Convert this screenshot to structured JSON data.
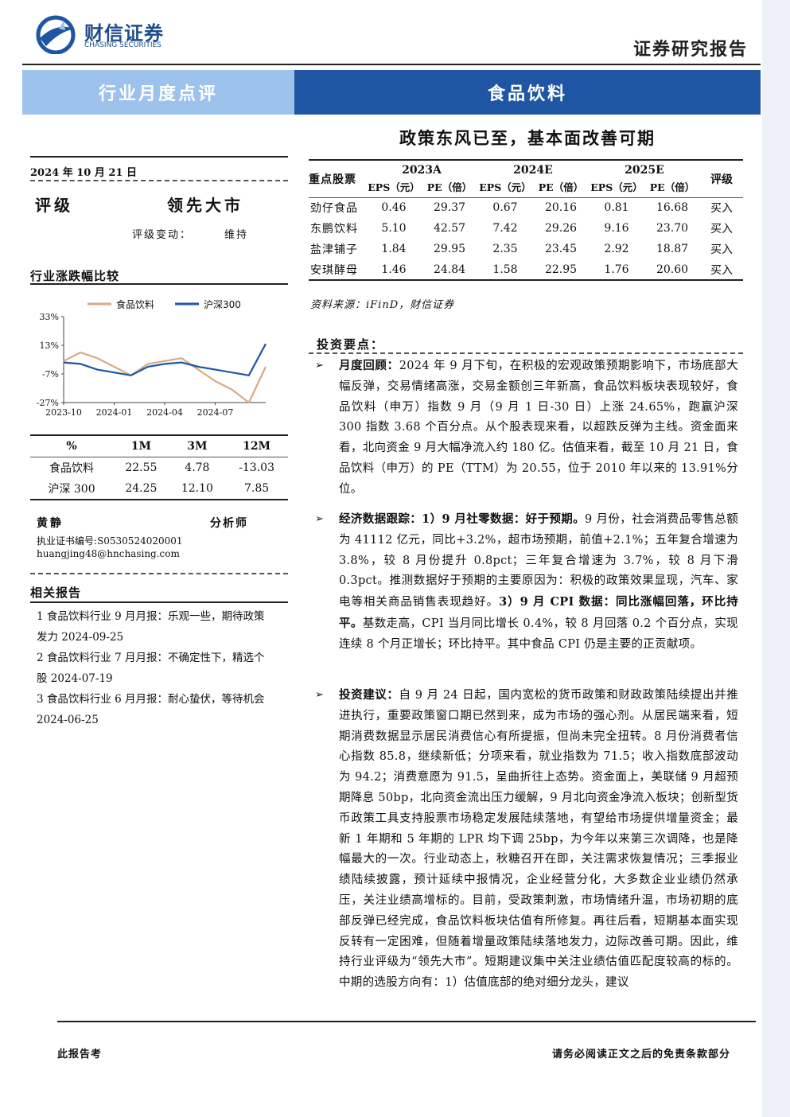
{
  "header": {
    "logo_cn": "财信证券",
    "logo_en": "CHASING SECURITIES",
    "report_type": "证券研究报告",
    "band_left": "行业月度点评",
    "band_right": "食品饮料",
    "headline": "政策东风已至，基本面改善可期"
  },
  "left": {
    "date": "2024 年 10 月 21 日",
    "rating_label": "评级",
    "rating_value": "领先大市",
    "rating_change_label": "评级变动：",
    "rating_change_value": "维持",
    "chart_title": "行业涨跌幅比较",
    "perf_table": {
      "headers": [
        "%",
        "1M",
        "3M",
        "12M"
      ],
      "rows": [
        [
          "食品饮料",
          "22.55",
          "4.78",
          "-13.03"
        ],
        [
          "沪深 300",
          "24.25",
          "12.10",
          "7.85"
        ]
      ]
    },
    "analyst": {
      "name": "黄静",
      "role": "分析师",
      "cert": "执业证书编号:S0530524020001",
      "email": "huangjing48@hnchasing.com"
    },
    "related_title": "相关报告",
    "related": [
      "1 食品饮料行业 9 月月报：乐观一些，期待政策发力 2024-09-25",
      "2 食品饮料行业 7 月月报：不确定性下，精选个股 2024-07-19",
      "3 食品饮料行业 6 月月报：耐心蛰伏，等待机会 2024-06-25"
    ]
  },
  "chart_data": {
    "type": "line",
    "title": "",
    "legend": [
      "食品饮料",
      "沪深300"
    ],
    "legend_position": "top",
    "x_ticks": [
      "2023-10",
      "2024-01",
      "2024-04",
      "2024-07"
    ],
    "y_ticks": [
      "33%",
      "13%",
      "-7%",
      "-27%"
    ],
    "ylim": [
      -27,
      33
    ],
    "x": [
      "2023-10",
      "2023-11",
      "2023-12",
      "2024-01",
      "2024-02",
      "2024-03",
      "2024-04",
      "2024-05",
      "2024-06",
      "2024-07",
      "2024-08",
      "2024-09",
      "2024-10"
    ],
    "series": [
      {
        "name": "食品饮料",
        "color": "#d8a985",
        "values": [
          2,
          8,
          4,
          -2,
          -8,
          0,
          2,
          4,
          -4,
          -12,
          -18,
          -27,
          -2
        ]
      },
      {
        "name": "沪深300",
        "color": "#1f56a4",
        "values": [
          1,
          0,
          -4,
          -6,
          -8,
          -2,
          0,
          1,
          -2,
          -4,
          -6,
          -8,
          14
        ]
      }
    ]
  },
  "stock_table": {
    "col_name": "重点股票",
    "years": [
      "2023A",
      "2024E",
      "2025E"
    ],
    "sub": [
      "EPS（元）",
      "PE（倍）"
    ],
    "col_rating": "评级",
    "rows": [
      [
        "劲仔食品",
        "0.46",
        "29.37",
        "0.67",
        "20.16",
        "0.81",
        "16.68",
        "买入"
      ],
      [
        "东鹏饮料",
        "5.10",
        "42.57",
        "7.42",
        "29.26",
        "9.16",
        "23.70",
        "买入"
      ],
      [
        "盐津铺子",
        "1.84",
        "29.95",
        "2.35",
        "23.45",
        "2.92",
        "18.87",
        "买入"
      ],
      [
        "安琪酵母",
        "1.46",
        "24.84",
        "1.58",
        "22.95",
        "1.76",
        "20.60",
        "买入"
      ]
    ],
    "source": "资料来源：iFinD，财信证券"
  },
  "investment": {
    "title": "投资要点：",
    "p1_head": "月度回顾：",
    "p1_body": "2024 年 9 月下旬，在积极的宏观政策预期影响下，市场底部大幅反弹，交易情绪高涨，交易金额创三年新高，食品饮料板块表现较好，食品饮料（申万）指数 9 月（9 月 1 日-30 日）上涨 24.65%，跑赢沪深 300 指数 3.68 个百分点。从个股表现来看，以超跌反弹为主线。资金面来看，北向资金 9 月大幅净流入约 180 亿。估值来看，截至 10 月 21 日，食品饮料（申万）的 PE（TTM）为 20.55，位于 2010 年以来的 13.91%分位。",
    "p2_head": "经济数据跟踪：1）9 月社零数据：好于预期。",
    "p2_body1": "9 月份，社会消费品零售总额为 41112 亿元，同比+3.2%，超市场预期，前值+2.1%；五年复合增速为 3.8%，较 8 月份提升 0.8pct；三年复合增速为 3.7%，较 8 月下滑 0.3pct。推测数据好于预期的主要原因为：积极的政策效果显现，汽车、家电等相关商品销售表现趋好。",
    "p2_head2": "3）9 月 CPI 数据：同比涨幅回落，环比持平。",
    "p2_body2": "基数走高，CPI 当月同比增长 0.4%，较 8 月回落 0.2 个百分点，实现连续 8 个月正增长；环比持平。其中食品 CPI 仍是主要的正贡献项。",
    "p3_head": "投资建议：",
    "p3_body": "自 9 月 24 日起，国内宽松的货币政策和财政政策陆续提出并推进执行，重要政策窗口期已然到来，成为市场的强心剂。从居民端来看，短期消费数据显示居民消费信心有所提振，但尚未完全扭转。8 月份消费者信心指数 85.8，继续新低；分项来看，就业指数为 71.5；收入指数底部波动为 94.2；消费意愿为 91.5，呈曲折往上态势。资金面上，美联储 9 月超预期降息 50bp，北向资金流出压力缓解，9 月北向资金净流入板块；创新型货币政策工具支持股票市场稳定发展陆续落地，有望给市场提供增量资金；最新 1 年期和 5 年期的 LPR 均下调 25bp，为今年以来第三次调降，也是降幅最大的一次。行业动态上，秋糖召开在即，关注需求恢复情况；三季报业绩陆续披露，预计延续中报情况，企业经营分化，大多数企业业绩仍然承压，关注业绩高增标的。目前，受政策刺激，市场情绪升温，市场初期的底部反弹已经完成，食品饮料板块估值有所修复。再往后看，短期基本面实现反转有一定困难，但随着增量政策陆续落地发力，边际改善可期。因此，维持行业评级为“领先大市”。短期建议集中关注业绩估值匹配度较高的标的。中期的选股方向有：1）估值底部的绝对细分龙头，建议"
  },
  "footer": {
    "left": "此报告考",
    "right": "请务必阅读正文之后的免责条款部分"
  }
}
